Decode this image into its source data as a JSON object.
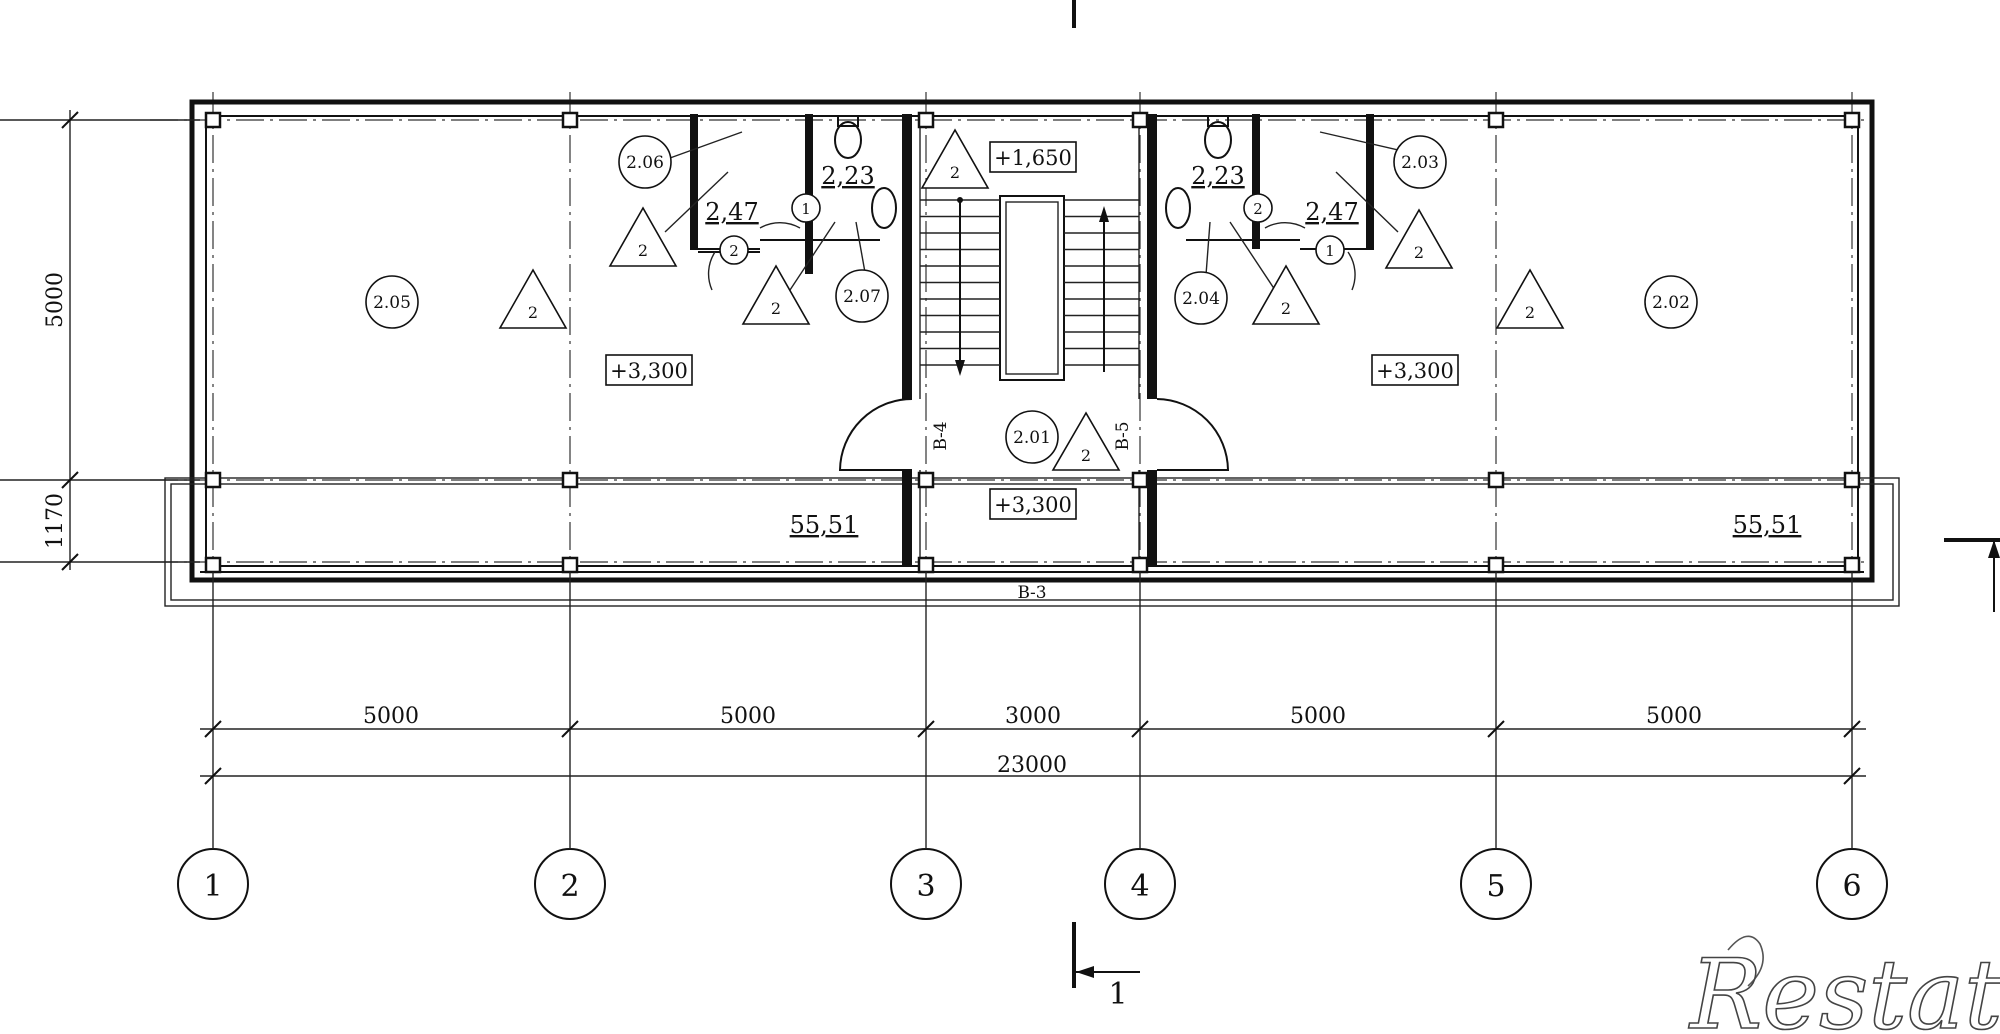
{
  "axes": {
    "grid_labels": [
      "1",
      "2",
      "3",
      "4",
      "5",
      "6"
    ],
    "spans": [
      "5000",
      "5000",
      "3000",
      "5000",
      "5000"
    ],
    "overall": "23000",
    "vertical_spans": [
      "5000",
      "1170"
    ]
  },
  "rooms": [
    {
      "id": "2.05",
      "area": "55,51"
    },
    {
      "id": "2.06",
      "area": "2,47"
    },
    {
      "id": "2.07",
      "area": "2,23"
    },
    {
      "id": "2.01"
    },
    {
      "id": "2.04",
      "area": "2,23"
    },
    {
      "id": "2.03",
      "area": "2,47"
    },
    {
      "id": "2.02",
      "area": "55,51"
    }
  ],
  "levels": {
    "left_floor": "+3,300",
    "right_floor": "+3,300",
    "landing": "+1,650",
    "stair_floor": "+3,300"
  },
  "door_tags": {
    "one": "1",
    "two": "2"
  },
  "triangle_tag": "2",
  "openings": {
    "west": "В-4",
    "east": "В-5",
    "balcony": "В-3"
  },
  "section_mark": "1",
  "watermark": "Restate"
}
